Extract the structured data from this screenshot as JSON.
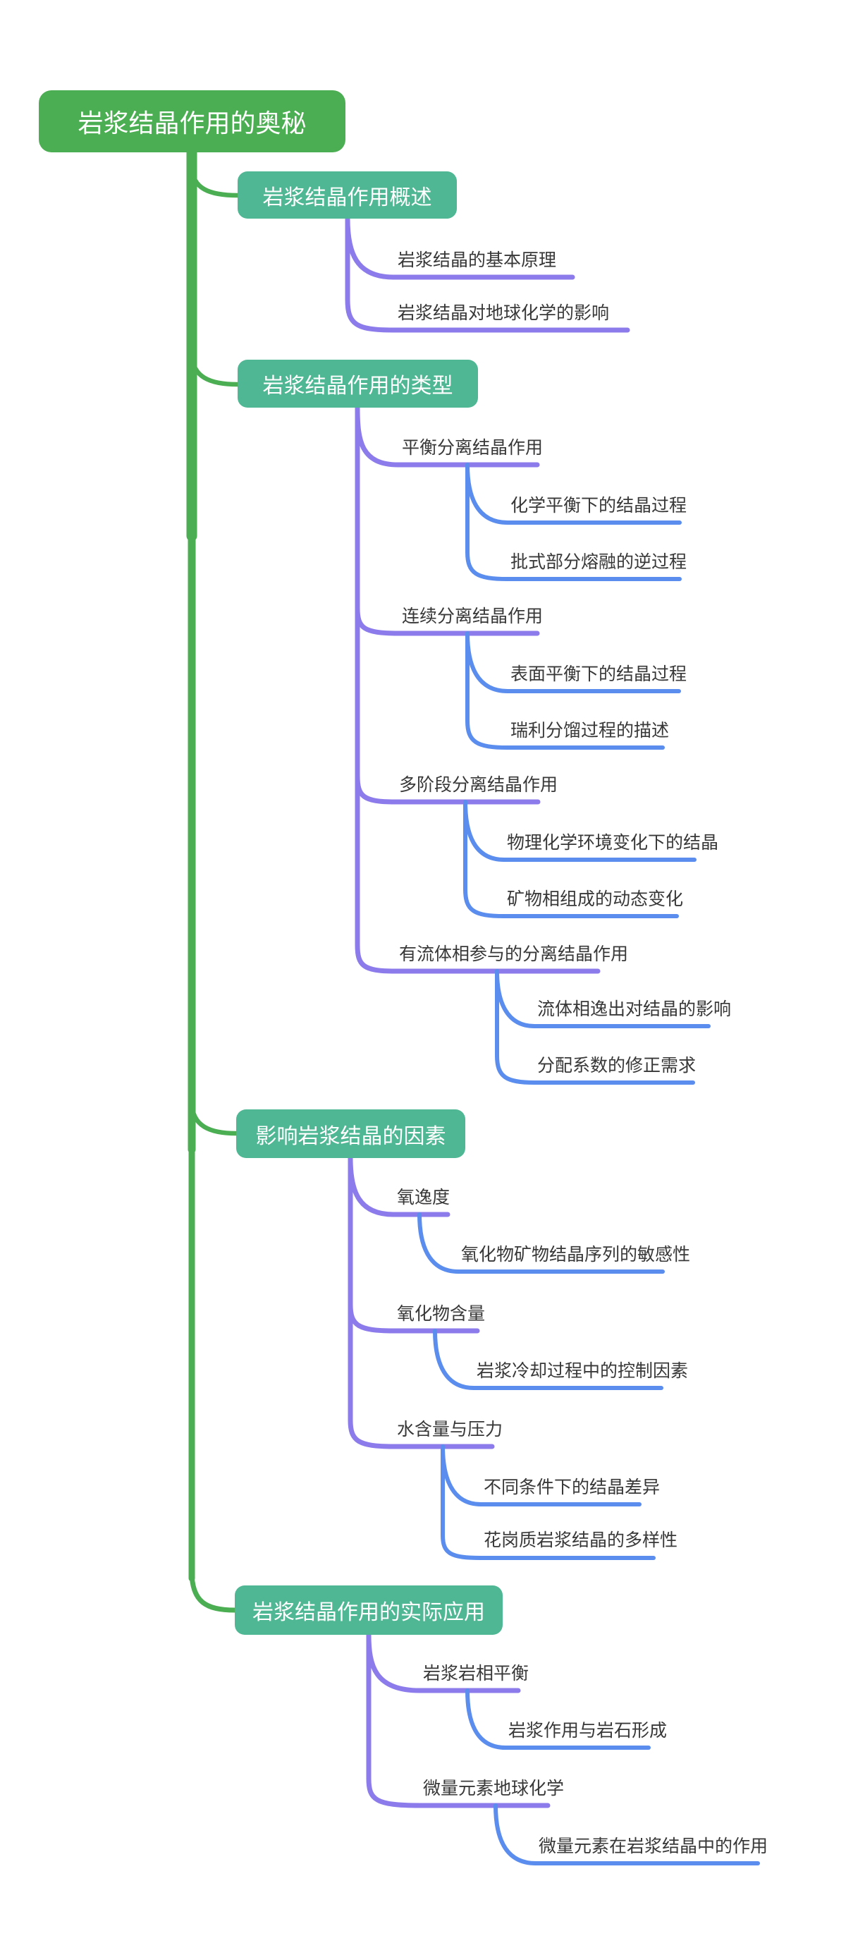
{
  "colors": {
    "root_green": "#4CAE52",
    "branch_teal": "#4FB794",
    "level2_purple": "#8C7BEB",
    "level3_blue": "#5A8DEE",
    "text_dark": "#383838",
    "background": "#ffffff"
  },
  "mindmap": {
    "root": {
      "label": "岩浆结晶作用的奥秘"
    },
    "branches": [
      {
        "label": "岩浆结晶作用概述",
        "children": [
          {
            "label": "岩浆结晶的基本原理",
            "children": []
          },
          {
            "label": "岩浆结晶对地球化学的影响",
            "children": []
          }
        ]
      },
      {
        "label": "岩浆结晶作用的类型",
        "children": [
          {
            "label": "平衡分离结晶作用",
            "children": [
              {
                "label": "化学平衡下的结晶过程"
              },
              {
                "label": "批式部分熔融的逆过程"
              }
            ]
          },
          {
            "label": "连续分离结晶作用",
            "children": [
              {
                "label": "表面平衡下的结晶过程"
              },
              {
                "label": "瑞利分馏过程的描述"
              }
            ]
          },
          {
            "label": "多阶段分离结晶作用",
            "children": [
              {
                "label": "物理化学环境变化下的结晶"
              },
              {
                "label": "矿物相组成的动态变化"
              }
            ]
          },
          {
            "label": "有流体相参与的分离结晶作用",
            "children": [
              {
                "label": "流体相逸出对结晶的影响"
              },
              {
                "label": "分配系数的修正需求"
              }
            ]
          }
        ]
      },
      {
        "label": "影响岩浆结晶的因素",
        "children": [
          {
            "label": "氧逸度",
            "children": [
              {
                "label": "氧化物矿物结晶序列的敏感性"
              }
            ]
          },
          {
            "label": "氧化物含量",
            "children": [
              {
                "label": "岩浆冷却过程中的控制因素"
              }
            ]
          },
          {
            "label": "水含量与压力",
            "children": [
              {
                "label": "不同条件下的结晶差异"
              },
              {
                "label": "花岗质岩浆结晶的多样性"
              }
            ]
          }
        ]
      },
      {
        "label": "岩浆结晶作用的实际应用",
        "children": [
          {
            "label": "岩浆岩相平衡",
            "children": [
              {
                "label": "岩浆作用与岩石形成"
              }
            ]
          },
          {
            "label": "微量元素地球化学",
            "children": [
              {
                "label": "微量元素在岩浆结晶中的作用"
              }
            ]
          }
        ]
      }
    ]
  }
}
